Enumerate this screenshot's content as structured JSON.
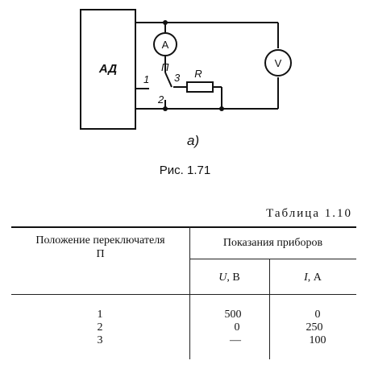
{
  "figure": {
    "labels": {
      "device": "АД",
      "ammeter": "A",
      "voltmeter": "V",
      "switch": "П",
      "contact_1": "1",
      "contact_2": "2",
      "contact_3": "3",
      "resistor": "R",
      "subfigure": "а)"
    },
    "caption": "Рис. 1.71"
  },
  "table": {
    "caption": "Таблица 1.10",
    "header": {
      "col1_line1": "Положение переключателя",
      "col1_line2": "П",
      "group": "Показания приборов",
      "u_symbol": "U",
      "u_unit": ", В",
      "i_symbol": "I",
      "i_unit": ", А"
    },
    "rows": [
      {
        "position": "1",
        "u": "500",
        "i": "0"
      },
      {
        "position": "2",
        "u": "0",
        "i": "250"
      },
      {
        "position": "3",
        "u": "—",
        "i": "100"
      }
    ]
  }
}
